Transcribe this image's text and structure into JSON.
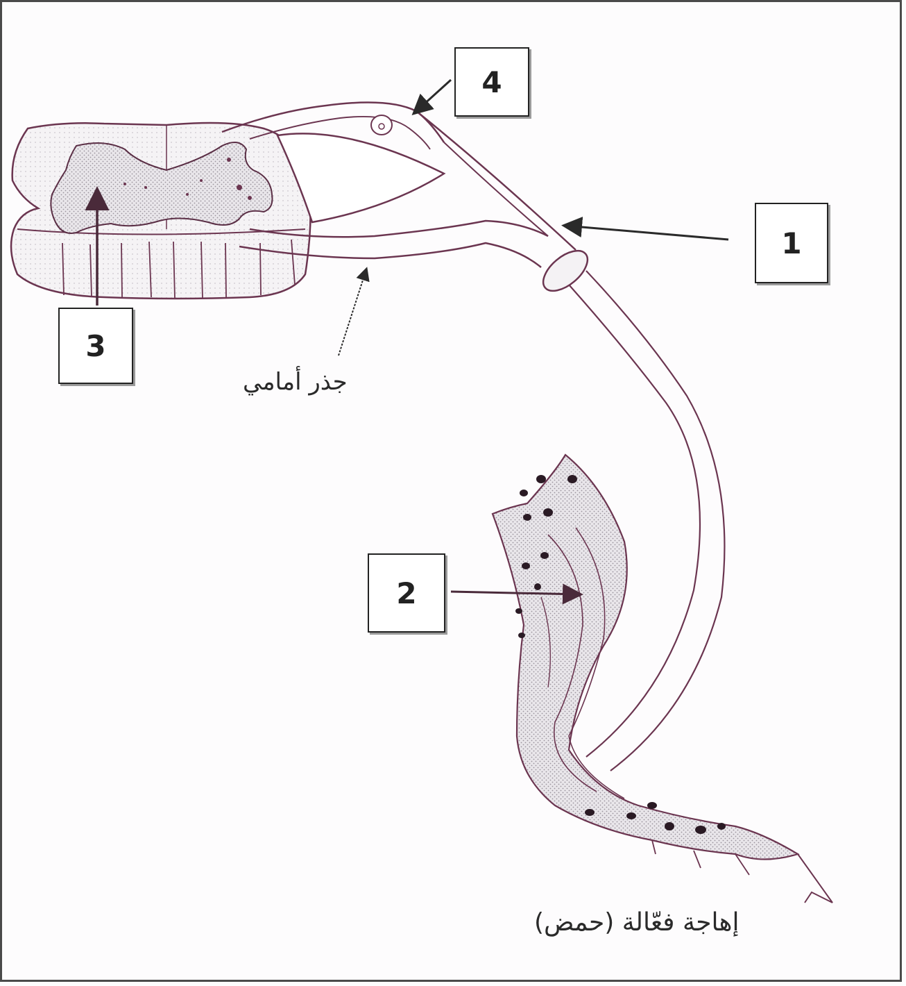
{
  "labels": {
    "box1": "1",
    "box2": "2",
    "box3": "3",
    "box4": "4"
  },
  "annotations": {
    "anterior_root": "جذر أمامي",
    "stimulus": "إهاجة فعّالة (حمض)"
  },
  "colors": {
    "ink": "#6b3550",
    "dark_ink": "#2a2a2a",
    "shading": "#c9c4ca"
  }
}
